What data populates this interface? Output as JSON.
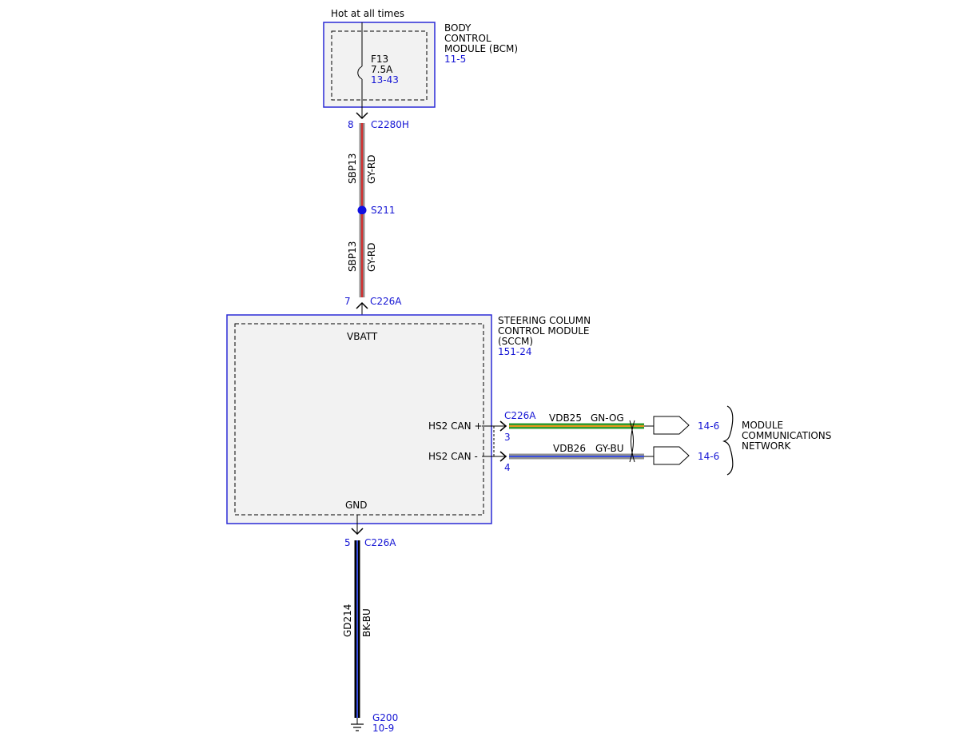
{
  "colors": {
    "module_border": "#2a2ad6",
    "module_fill": "#f2f2f2",
    "ref_text": "#1515d4",
    "wire_gy": "#909090",
    "wire_rd": "#d23030",
    "wire_gn": "#2f9a2f",
    "wire_og": "#e8951c",
    "wire_bu": "#3a4fe0",
    "wire_bk": "#000000",
    "splice": "#1010e0"
  },
  "supply": {
    "label": "Hot at all times"
  },
  "bcm": {
    "name_line1": "BODY",
    "name_line2": "CONTROL",
    "name_line3": "MODULE (BCM)",
    "ref": "11-5",
    "fuse_name": "F13",
    "fuse_rating": "7.5A",
    "fuse_ref": "13-43"
  },
  "connector_bcm": {
    "pin": "8",
    "name": "C2280H"
  },
  "wire_upper": {
    "circuit": "SBP13",
    "color_code": "GY-RD"
  },
  "splice": {
    "name": "S211"
  },
  "wire_lower": {
    "circuit": "SBP13",
    "color_code": "GY-RD"
  },
  "connector_sccm_top": {
    "pin": "7",
    "name": "C226A"
  },
  "sccm": {
    "name_line1": "STEERING COLUMN",
    "name_line2": "CONTROL MODULE",
    "name_line3": "(SCCM)",
    "ref": "151-24",
    "vbatt": "VBATT",
    "gnd": "GND",
    "can_plus": "HS2 CAN +",
    "can_minus": "HS2 CAN -"
  },
  "connector_can": {
    "name": "C226A",
    "pin_plus": "3",
    "pin_minus": "4"
  },
  "wire_can_plus": {
    "circuit": "VDB25",
    "color_code": "GN-OG",
    "ref": "14-6"
  },
  "wire_can_minus": {
    "circuit": "VDB26",
    "color_code": "GY-BU",
    "ref": "14-6"
  },
  "network": {
    "line1": "MODULE",
    "line2": "COMMUNICATIONS",
    "line3": "NETWORK"
  },
  "connector_gnd": {
    "pin": "5",
    "name": "C226A"
  },
  "wire_gnd": {
    "circuit": "GD214",
    "color_code": "BK-BU"
  },
  "ground": {
    "name": "G200",
    "ref": "10-9"
  }
}
